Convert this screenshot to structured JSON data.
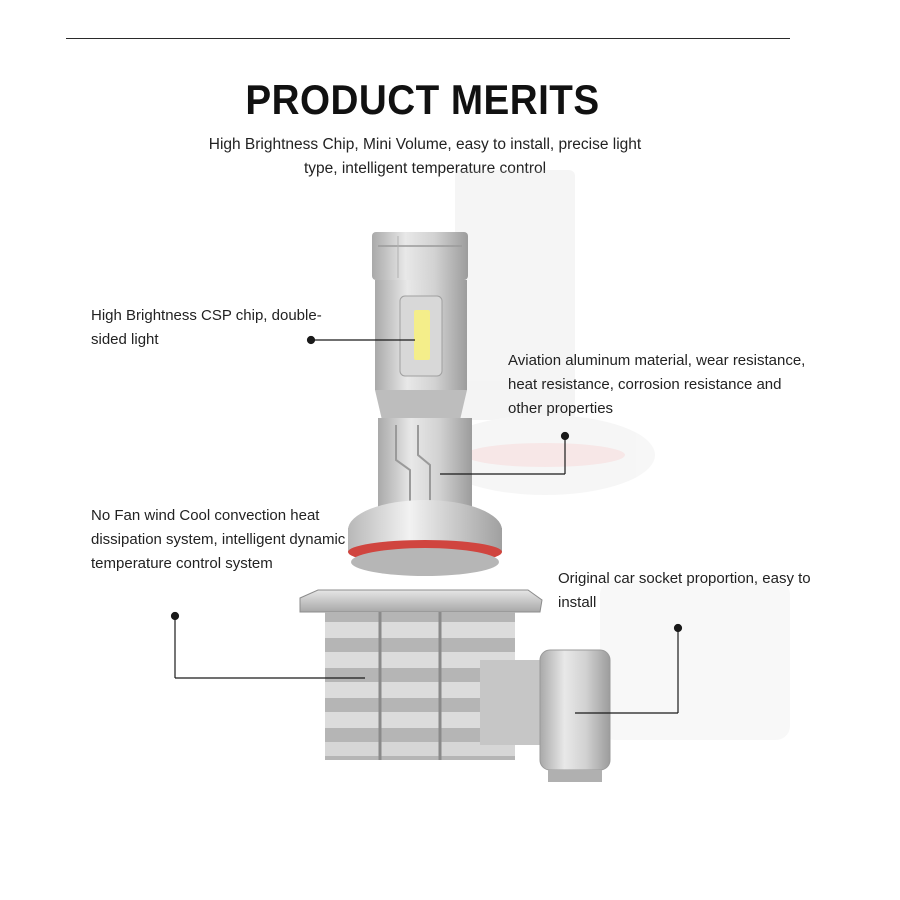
{
  "header": {
    "title": "PRODUCT MERITS",
    "subtitle": "High Brightness Chip, Mini Volume, easy to install, precise light type, intelligent temperature control"
  },
  "callouts": {
    "chip": "High Brightness CSP chip, double-sided light",
    "material": "Aviation aluminum material, wear resistance, heat resistance, corrosion resistance and other properties",
    "cooling": "No Fan wind Cool convection heat dissipation system, intelligent dynamic temperature control system",
    "socket": "Original car socket proportion, easy to install"
  },
  "colors": {
    "background": "#ffffff",
    "text": "#222222",
    "aluminum": "#c9c9c9",
    "led": "#f4ee8a",
    "seal_ring": "#d0453f"
  }
}
